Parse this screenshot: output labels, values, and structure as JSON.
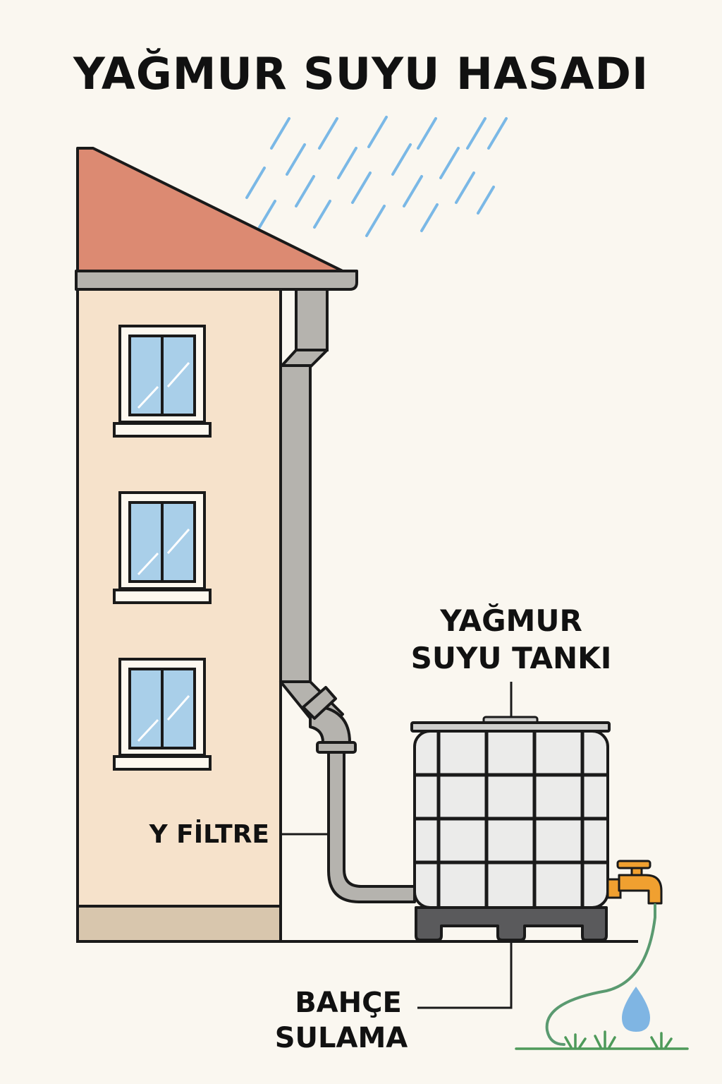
{
  "title": "YAĞMUR SUYU HASADI",
  "labels": {
    "tank_line1": "YAĞMUR",
    "tank_line2": "SUYU TANKI",
    "filter": "Y FİLTRE",
    "garden_line1": "BAHÇE",
    "garden_line2": "SULAMA"
  },
  "colors": {
    "background": "#faf7f0",
    "roof": "#dc8a72",
    "wall": "#f6e2cb",
    "wall_base": "#d8c6ad",
    "pipe": "#b5b3ae",
    "window_glass": "#a9cfe9",
    "rain": "#7ab8e6",
    "tank_body": "#ebebea",
    "tank_pallet": "#5a5a5c",
    "tap": "#f0a030",
    "hose": "#5a9a70",
    "water_drop": "#7fb5e3",
    "grass": "#4e9a5a",
    "outline": "#1a1a1a"
  },
  "icons": [
    "rain-icon",
    "window-icon",
    "tap-icon",
    "water-drop-icon",
    "grass-icon"
  ]
}
